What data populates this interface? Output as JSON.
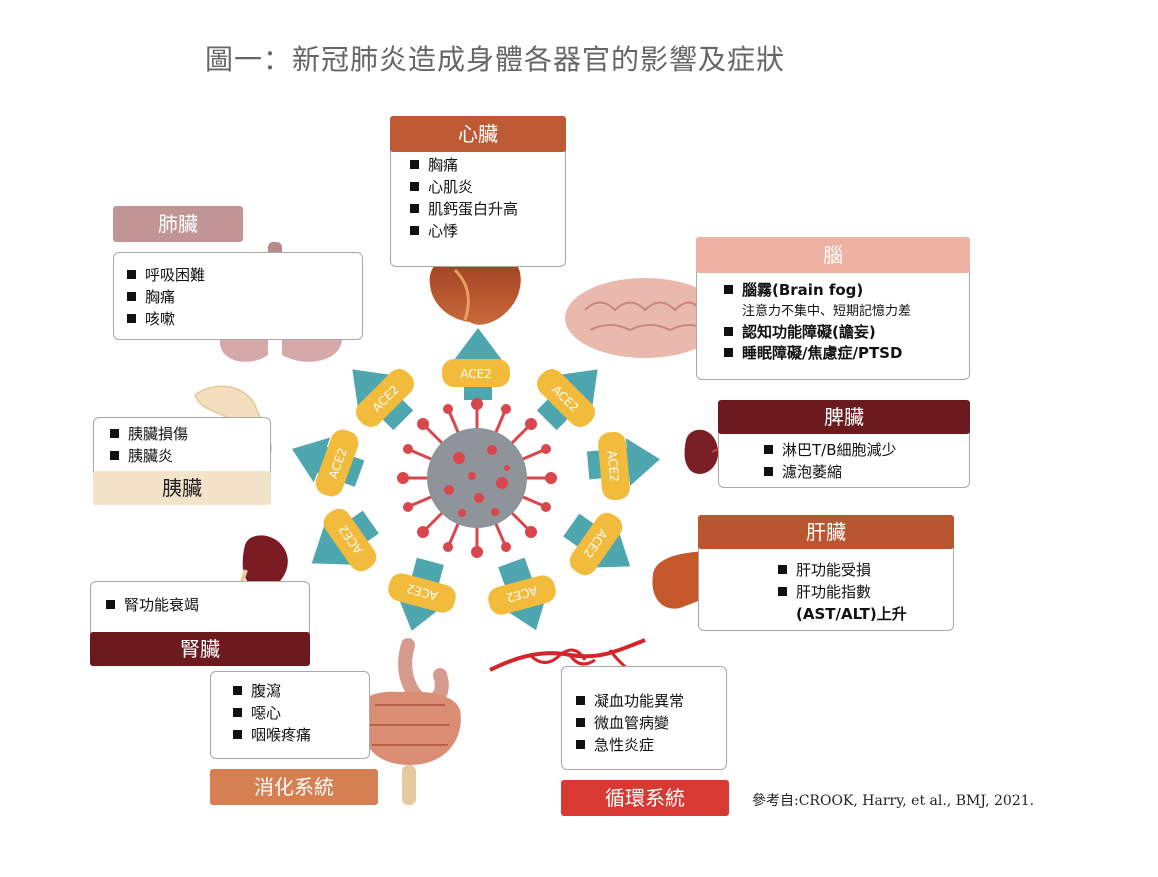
{
  "title": "圖一：新冠肺炎造成身體各器官的影響及症狀",
  "receptor_label": "ACE2",
  "organs": {
    "heart": {
      "name": "心臟",
      "items": [
        "胸痛",
        "心肌炎",
        "肌鈣蛋白升高",
        "心悸"
      ]
    },
    "lung": {
      "name": "肺臟",
      "items": [
        "呼吸困難",
        "胸痛",
        "咳嗽"
      ]
    },
    "brain": {
      "name": "腦",
      "items": [
        "腦霧(Brain fog)",
        "認知功能障礙(譫妄)",
        "睡眠障礙/焦慮症/PTSD"
      ],
      "note": "注意力不集中、短期記憶力差"
    },
    "spleen": {
      "name": "脾臟",
      "items": [
        "淋巴T/B細胞減少",
        "濾泡萎縮"
      ]
    },
    "pancreas": {
      "name": "胰臟",
      "items": [
        "胰臟損傷",
        "胰臟炎"
      ]
    },
    "liver": {
      "name": "肝臟",
      "items": [
        "肝功能受損",
        "肝功能指數"
      ],
      "item_cont": "(AST/ALT)上升"
    },
    "kidney": {
      "name": "腎臟",
      "items": [
        "腎功能衰竭"
      ]
    },
    "digestive": {
      "name": "消化系統",
      "items": [
        "腹瀉",
        "噁心",
        "咽喉疼痛"
      ]
    },
    "circulatory": {
      "name": "循環系統",
      "items": [
        "凝血功能異常",
        "微血管病變",
        "急性炎症"
      ]
    }
  },
  "reference": "參考自:CROOK, Harry, et al., BMJ, 2021.",
  "colors": {
    "heart_header": "#bd5a33",
    "lung_header": "#c29595",
    "brain_header": "#efb2a2",
    "spleen_header": "#6b1b1e",
    "pancreas_header": "#f2e3c9",
    "liver_header": "#b95530",
    "kidney_header": "#6b1b1e",
    "digestive_header": "#d67f52",
    "circulatory_header": "#d83a33",
    "arrow": "#4ea6af",
    "ace2_badge": "#f2bb3c",
    "virus_body": "#8f939a",
    "virus_spike": "#d9464c"
  }
}
